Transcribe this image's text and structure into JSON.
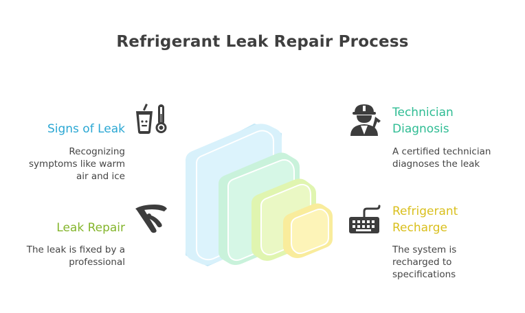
{
  "title": "Refrigerant Leak Repair Process",
  "items": [
    {
      "heading": "Signs of Leak",
      "description": [
        "Recognizing",
        "symptoms like warm",
        "air and ice"
      ],
      "color": "#2aa7d3",
      "icon": "drink-thermometer-icon"
    },
    {
      "heading": "Leak Repair",
      "description": [
        "The leak is fixed by a",
        "professional"
      ],
      "color": "#84b52c",
      "icon": "crimping-tool-icon"
    },
    {
      "heading_lines": [
        "Technician",
        "Diagnosis"
      ],
      "description": [
        "A certified technician",
        "diagnoses the leak"
      ],
      "color": "#2ebc93",
      "icon": "technician-wrench-icon"
    },
    {
      "heading_lines": [
        "Refrigerant",
        "Recharge"
      ],
      "description": [
        "The system is",
        "recharged to",
        "specifications"
      ],
      "color": "#d9bf1c",
      "icon": "keyboard-cable-icon"
    }
  ],
  "colors": {
    "layer1": "#d8f1fb",
    "layer2": "#d6f7e6",
    "layer3": "#eaf8c4",
    "layer4": "#fdf4b8"
  }
}
